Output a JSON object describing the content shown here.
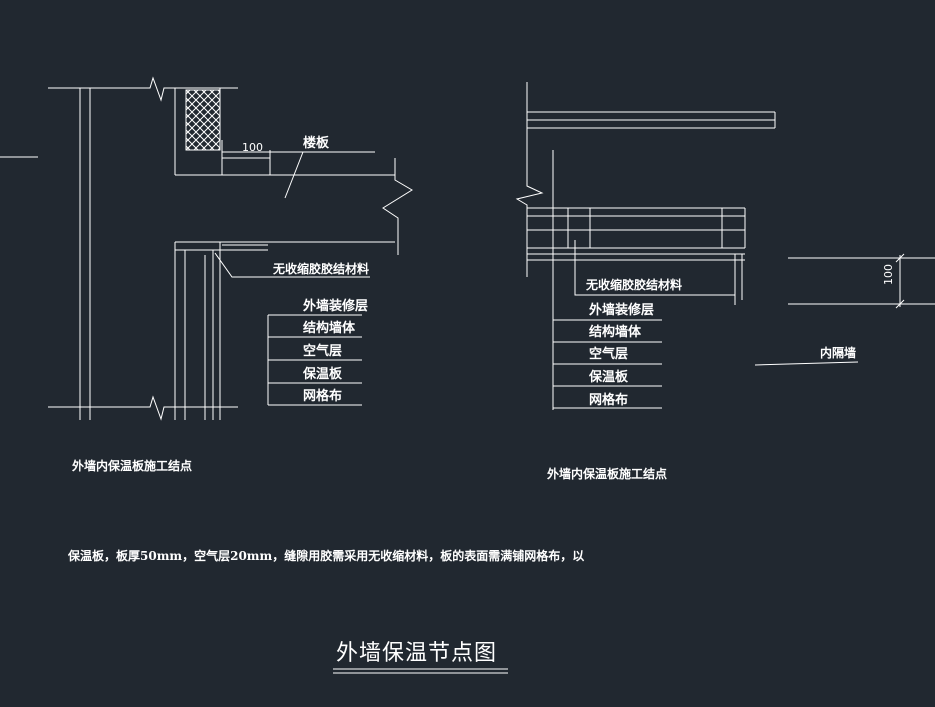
{
  "left_detail": {
    "dimension": "100",
    "floor_slab_label": "楼板",
    "sealant_label": "无收缩胶胶结材料",
    "layers": [
      "外墙装修层",
      "结构墙体",
      "空气层",
      "保温板",
      "网格布"
    ],
    "caption": "外墙内保温板施工结点"
  },
  "right_detail": {
    "sealant_label": "无收缩胶胶结材料",
    "layers": [
      "外墙装修层",
      "结构墙体",
      "空气层",
      "保温板",
      "网格布"
    ],
    "dimension": "100",
    "partition_label": "内隔墙",
    "caption": "外墙内保温板施工结点"
  },
  "note": "保温板，板厚50mm，空气层20mm，缝隙用胶需采用无收缩材料，板的表面需满铺网格布，以",
  "drawing_title": "外墙保温节点图",
  "colors": {
    "background": "#212830",
    "lines": "#ffffff"
  }
}
